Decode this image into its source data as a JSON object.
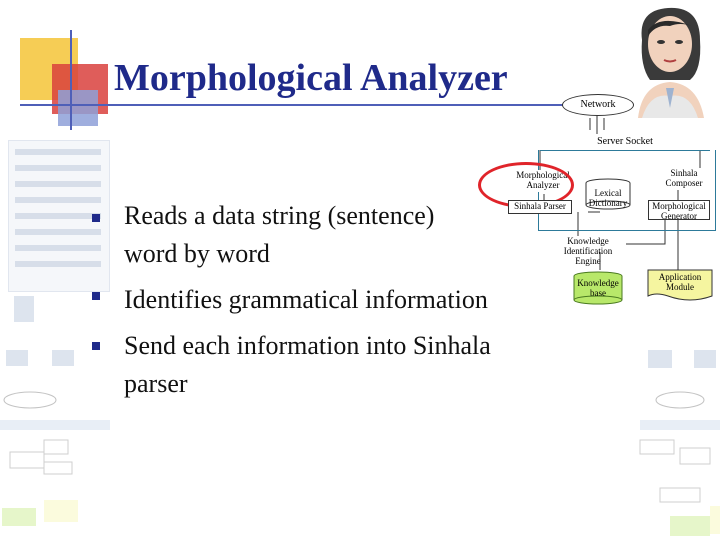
{
  "title": "Morphological Analyzer",
  "bullets": [
    "Reads a data string (sentence)",
    "word by word",
    "Identifies grammatical information",
    "Send each information into Sinhala",
    "parser"
  ],
  "diagram": {
    "network": "Network",
    "server_socket": "Server Socket",
    "morph_analyzer": "Morphological Analyzer",
    "sinhala_parser": "Sinhala Parser",
    "lexical_dictionary": "Lexical Dictionary",
    "knowledge_engine": "Knowledge Identification Engine",
    "knowledge_base": "Knowledge base",
    "sinhala_composer": "Sinhala Composer",
    "morph_generator": "Morphological Generator",
    "application_module": "Application Module"
  },
  "colors": {
    "title": "#1f2a8a",
    "highlight": "#e0242a",
    "knowledge_base": "#b8e86a",
    "application_module": "#f5f5a0"
  }
}
